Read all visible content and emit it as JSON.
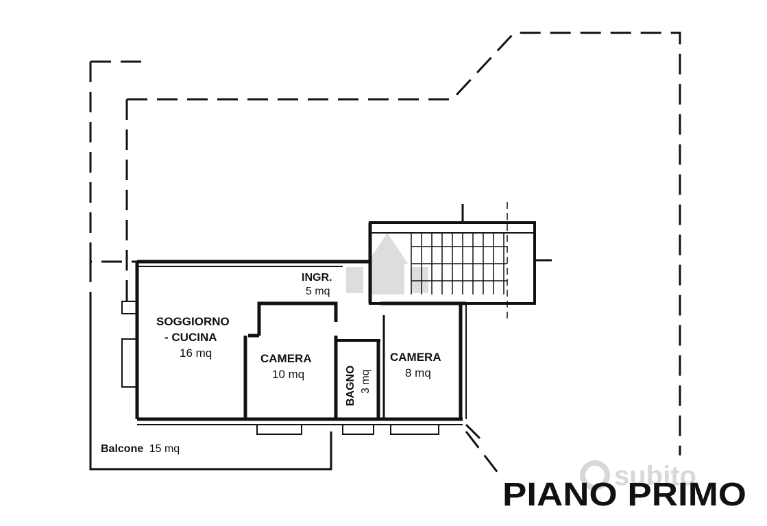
{
  "plan": {
    "title": "PIANO PRIMO",
    "watermark": "subito",
    "colors": {
      "wall": "#111111",
      "background": "#ffffff",
      "watermark": "#d8d8d8"
    },
    "rooms": {
      "ingresso": {
        "name": "INGR.",
        "area": "5 mq"
      },
      "soggiorno": {
        "name_line1": "SOGGIORNO",
        "name_line2": "-  CUCINA",
        "area": "16 mq"
      },
      "camera1": {
        "name": "CAMERA",
        "area": "10 mq"
      },
      "bagno": {
        "name": "BAGNO",
        "area": "3 mq"
      },
      "camera2": {
        "name": "CAMERA",
        "area": "8 mq"
      }
    },
    "balcone": {
      "name": "Balcone",
      "area": "15 mq"
    }
  }
}
